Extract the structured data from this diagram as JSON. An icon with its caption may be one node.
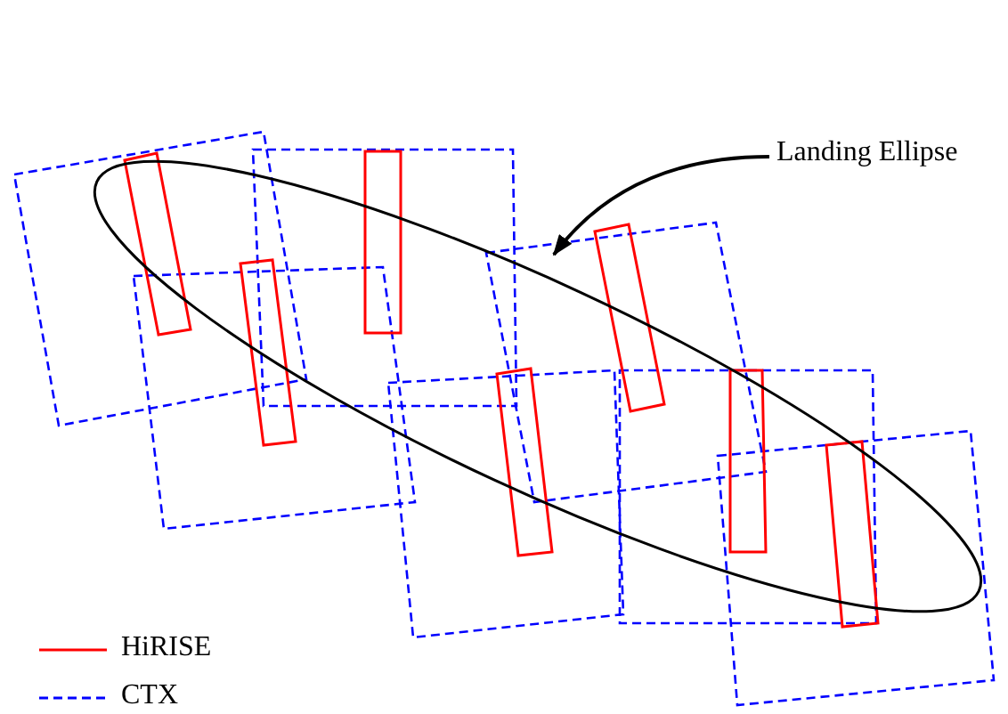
{
  "diagram": {
    "nodes": [
      {
        "text": [
          "Landing Ellipse"
        ]
      },
      {
        "text": [],
        "shape": "ellipse"
      }
    ],
    "edges": [
      {
        "from": 0,
        "to": 1,
        "arrow": "to"
      }
    ],
    "legend": [
      {
        "text": "HiRISE"
      },
      {
        "text": "CTX"
      }
    ]
  }
}
